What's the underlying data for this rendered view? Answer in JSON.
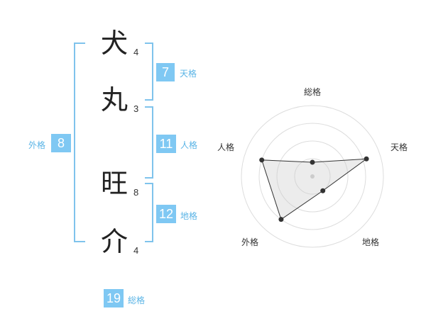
{
  "name": {
    "chars": [
      {
        "char": "犬",
        "strokes": "4"
      },
      {
        "char": "丸",
        "strokes": "3"
      },
      {
        "char": "旺",
        "strokes": "8"
      },
      {
        "char": "介",
        "strokes": "4"
      }
    ]
  },
  "kaku": {
    "tenkaku": {
      "value": "7",
      "label": "天格"
    },
    "jinkaku": {
      "value": "11",
      "label": "人格"
    },
    "chikaku": {
      "value": "12",
      "label": "地格"
    },
    "gaikaku": {
      "value": "8",
      "label": "外格"
    },
    "soukaku": {
      "value": "19",
      "label": "総格"
    }
  },
  "colors": {
    "accent": "#7fc8f3",
    "bracket": "#7fc3ec",
    "label": "#5ab4e6"
  },
  "chart_data": {
    "type": "radar",
    "axes": [
      "総格",
      "天格",
      "地格",
      "外格",
      "人格"
    ],
    "rings": 4,
    "values": [
      0.2,
      0.8,
      0.25,
      0.75,
      0.75
    ]
  }
}
